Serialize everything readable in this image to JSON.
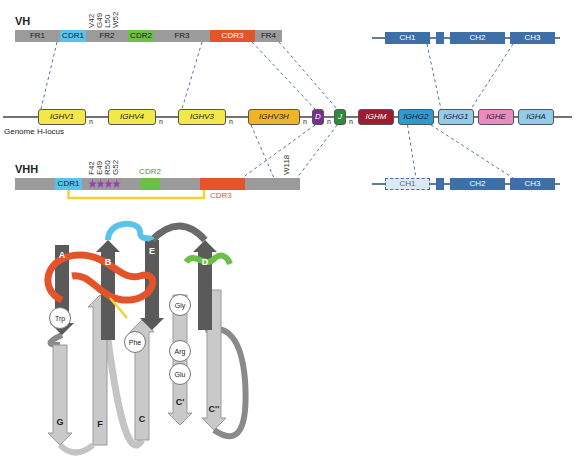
{
  "diagram": {
    "nodes": [
      {
        "text": [
          "VH"
        ]
      },
      {
        "text": [
          "FR1"
        ],
        "in": 0
      },
      {
        "text": [
          "CDR1"
        ],
        "in": 0
      },
      {
        "text": [
          "FR2"
        ],
        "in": 0
      },
      {
        "text": [
          "CDR2"
        ],
        "in": 0
      },
      {
        "text": [
          "FR3"
        ],
        "in": 0
      },
      {
        "text": [
          "CDR3"
        ],
        "in": 0
      },
      {
        "text": [
          "FR4"
        ],
        "in": 0
      },
      {
        "text": [
          "CH1"
        ]
      },
      {
        "text": [
          "CH2"
        ]
      },
      {
        "text": [
          "CH3"
        ]
      },
      {
        "text": [
          "IGHV1"
        ]
      },
      {
        "text": [
          "IGHV4"
        ]
      },
      {
        "text": [
          "IGHV3"
        ]
      },
      {
        "text": [
          "IGHV3H"
        ]
      },
      {
        "text": [
          "D"
        ]
      },
      {
        "text": [
          "J"
        ]
      },
      {
        "text": [
          "IGHM"
        ]
      },
      {
        "text": [
          "IGHG2"
        ]
      },
      {
        "text": [
          "IGHG1"
        ]
      },
      {
        "text": [
          "IGHE"
        ]
      },
      {
        "text": [
          "IGHA"
        ]
      },
      {
        "text": [
          "VHH"
        ]
      },
      {
        "text": [
          "CDR1"
        ],
        "in": 22
      },
      {
        "text": [
          "CDR2"
        ],
        "in": 22
      },
      {
        "text": [
          "CDR3"
        ],
        "in": 22
      },
      {
        "text": [
          "CH1"
        ]
      },
      {
        "text": [
          "CH2"
        ]
      },
      {
        "text": [
          "CH3"
        ]
      },
      {
        "text": [
          "Trp"
        ]
      },
      {
        "text": [
          "Phe"
        ]
      },
      {
        "text": [
          "Gly"
        ]
      },
      {
        "text": [
          "Arg"
        ]
      },
      {
        "text": [
          "Glu"
        ]
      }
    ],
    "edges": [
      {
        "from": 1,
        "to": 11,
        "arrow": "none"
      },
      {
        "from": 5,
        "to": 13,
        "arrow": "none"
      },
      {
        "from": 6,
        "to": 15,
        "arrow": "none"
      },
      {
        "from": 7,
        "to": 16,
        "arrow": "none"
      },
      {
        "from": 8,
        "to": 19,
        "arrow": "none"
      },
      {
        "from": 10,
        "to": 19,
        "arrow": "none"
      },
      {
        "from": 14,
        "to": 22,
        "arrow": "none"
      },
      {
        "from": 15,
        "to": 25,
        "arrow": "none"
      },
      {
        "from": 16,
        "to": 22,
        "arrow": "none"
      },
      {
        "from": 18,
        "to": 26,
        "arrow": "none"
      },
      {
        "from": 18,
        "to": 28,
        "arrow": "none"
      },
      {
        "from": 23,
        "to": 25,
        "arrow": "none"
      }
    ],
    "labels": [
      "V42",
      "G49",
      "L50",
      "W52",
      "Genome H-locus",
      "n",
      "n",
      "n",
      "n",
      "n",
      "n",
      "F42",
      "E49",
      "R50",
      "G52",
      "W118",
      "A",
      "B",
      "E",
      "D",
      "G",
      "F",
      "C",
      "C'",
      "C''"
    ]
  }
}
